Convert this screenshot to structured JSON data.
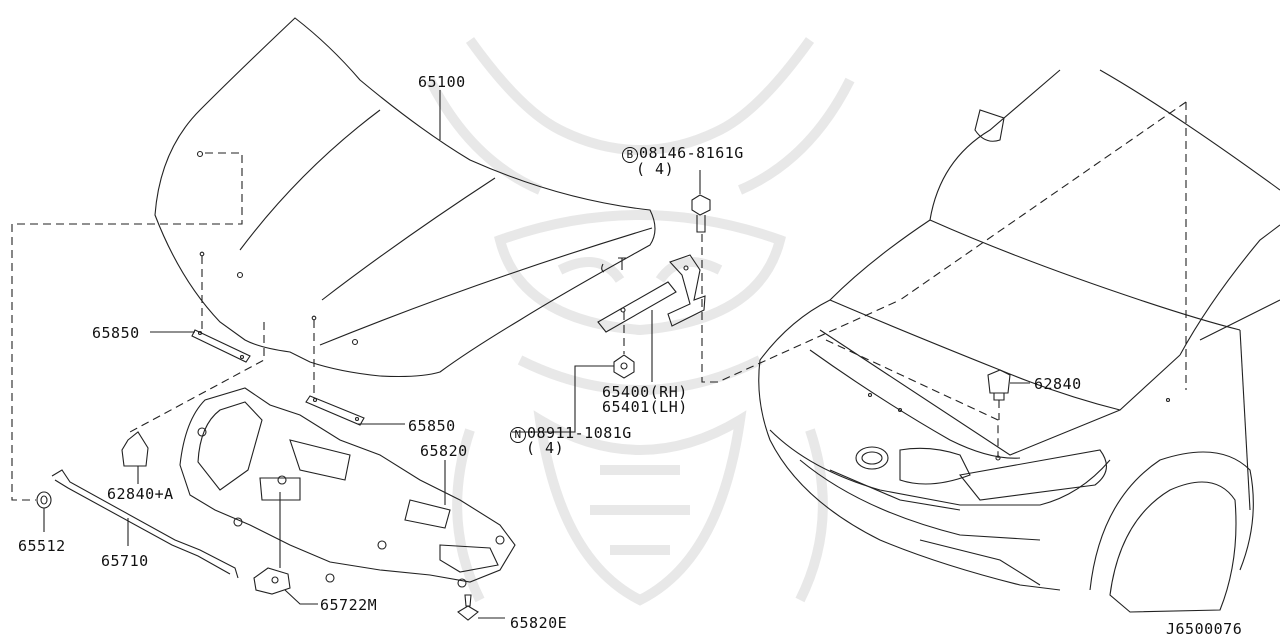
{
  "diagram_id": "J6500076",
  "parts": [
    {
      "text": "65100"
    },
    {
      "text": "08146-8161G",
      "prefix": "B",
      "qty": "( 4)"
    },
    {
      "text": "65850"
    },
    {
      "text": "65850"
    },
    {
      "text": "65820"
    },
    {
      "text": "62840+A"
    },
    {
      "text": "65512"
    },
    {
      "text": "65710"
    },
    {
      "text": "65722M"
    },
    {
      "text": "65820E"
    },
    {
      "text": "65400(RH)"
    },
    {
      "text": "65401(LH)"
    },
    {
      "text": "08911-1081G",
      "prefix": "N",
      "qty": "( 4)"
    },
    {
      "text": "62840"
    }
  ],
  "watermark": "samurai-crest"
}
